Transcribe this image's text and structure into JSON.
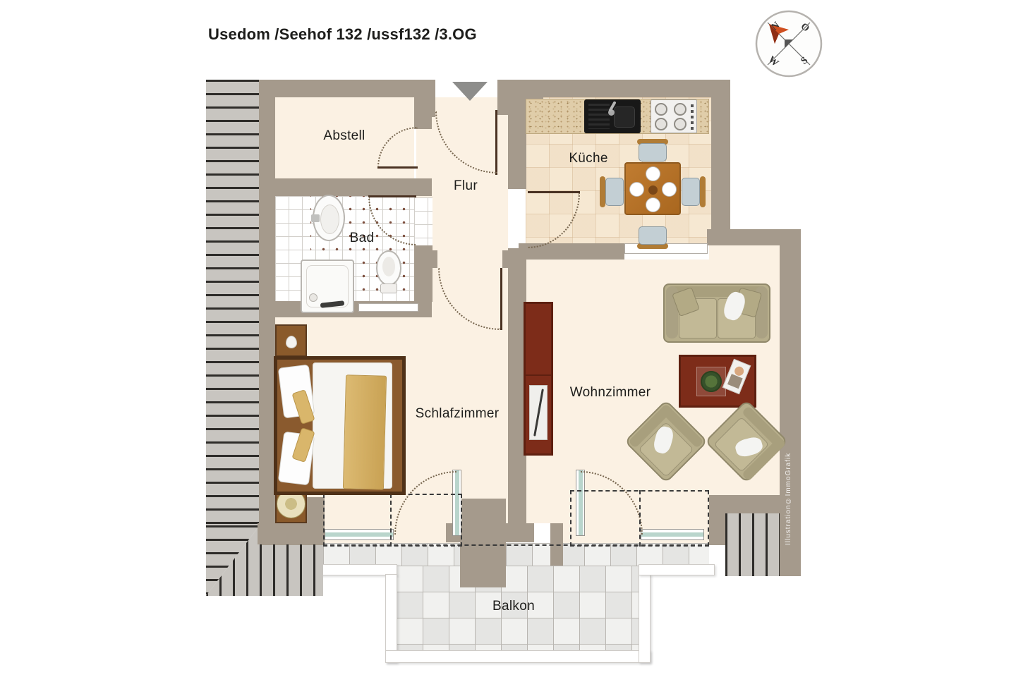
{
  "title": "Usedom /Seehof 132 /ussf132 /3.OG",
  "watermark": "Illustration©ImmoGrafik",
  "compass": {
    "n": "N",
    "e": "O",
    "s": "S",
    "w": "W"
  },
  "rooms": {
    "abstell": {
      "label": "Abstell"
    },
    "flur": {
      "label": "Flur"
    },
    "bad": {
      "label": "Bad"
    },
    "kueche": {
      "label": "Küche"
    },
    "schlafzimmer": {
      "label": "Schlafzimmer"
    },
    "wohnzimmer": {
      "label": "Wohnzimmer"
    },
    "balkon": {
      "label": "Balkon"
    }
  },
  "colors": {
    "wall": "#a59a8c",
    "floor": "#fbf1e3",
    "hatch_bg": "#c8c5c0",
    "hatch_line": "#2e2c29",
    "furniture_red": "#7d2c19",
    "sofa": "#b7ae8b",
    "compass_needle": "#cf4f1f"
  }
}
